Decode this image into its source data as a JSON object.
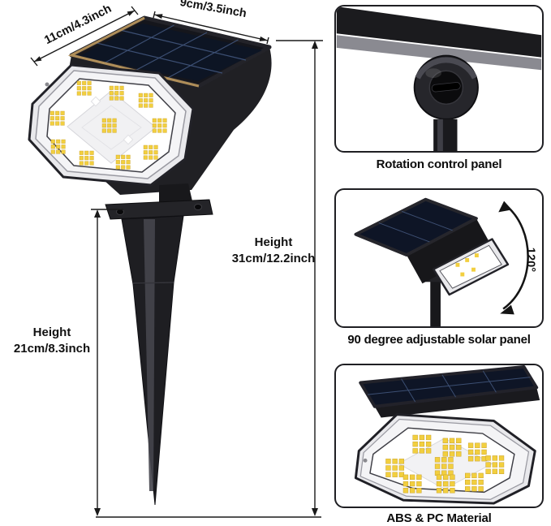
{
  "dimensions": {
    "panel_width": "11cm/4.3inch",
    "panel_depth": "9cm/3.5inch",
    "height_label": "Height",
    "total_height": "31cm/12.2inch",
    "stake_height": "21cm/8.3inch"
  },
  "features": [
    {
      "caption": "Rotation control panel"
    },
    {
      "caption": "90 degree adjustable solar panel",
      "angle_label": "120°"
    },
    {
      "caption": "ABS & PC Material"
    }
  ],
  "colors": {
    "outline": "#1a1a1a",
    "body_black": "#1b1b1f",
    "solar_cell": "#0d1524",
    "solar_grid": "#3c4f73",
    "led_yellow": "#f2cf3f",
    "frame_light": "#e9e9ec"
  }
}
